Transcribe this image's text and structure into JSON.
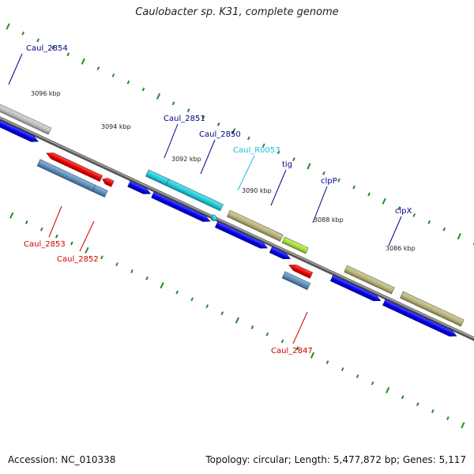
{
  "title": "Caulobacter sp. K31, complete genome",
  "footer": {
    "accession": "Accession: NC_010338",
    "stats": "Topology: circular; Length: 5,477,872 bp; Genes: 5,117"
  },
  "colors": {
    "cds": "#0000ee",
    "rna": "#22ccdd",
    "forward_gene": "#c0c0c0",
    "reverse_gene": "#ee0000",
    "protein_forward": "#b8b478",
    "protein_reverse": "#5a8fc0",
    "protein_light": "#a8e040",
    "label_forward": "#00008b",
    "label_rna": "#22bbdd",
    "label_reverse": "#cc0000",
    "tick": "#228b22",
    "backbone": "#808080"
  },
  "kbp_labels": [
    "3096 kbp",
    "3094 kbp",
    "3092 kbp",
    "3090 kbp",
    "3088 kbp",
    "3086 kbp"
  ],
  "gene_labels": [
    {
      "text": "Caul_2854",
      "kind": "forward"
    },
    {
      "text": "Caul_2851",
      "kind": "forward"
    },
    {
      "text": "Caul_2850",
      "kind": "forward"
    },
    {
      "text": "Caul_R0053",
      "kind": "rna"
    },
    {
      "text": "tig",
      "kind": "forward"
    },
    {
      "text": "clpP",
      "kind": "forward"
    },
    {
      "text": "clpX",
      "kind": "forward"
    },
    {
      "text": "Caul_2853",
      "kind": "reverse"
    },
    {
      "text": "Caul_2852",
      "kind": "reverse"
    },
    {
      "text": "Caul_2847",
      "kind": "reverse"
    }
  ]
}
